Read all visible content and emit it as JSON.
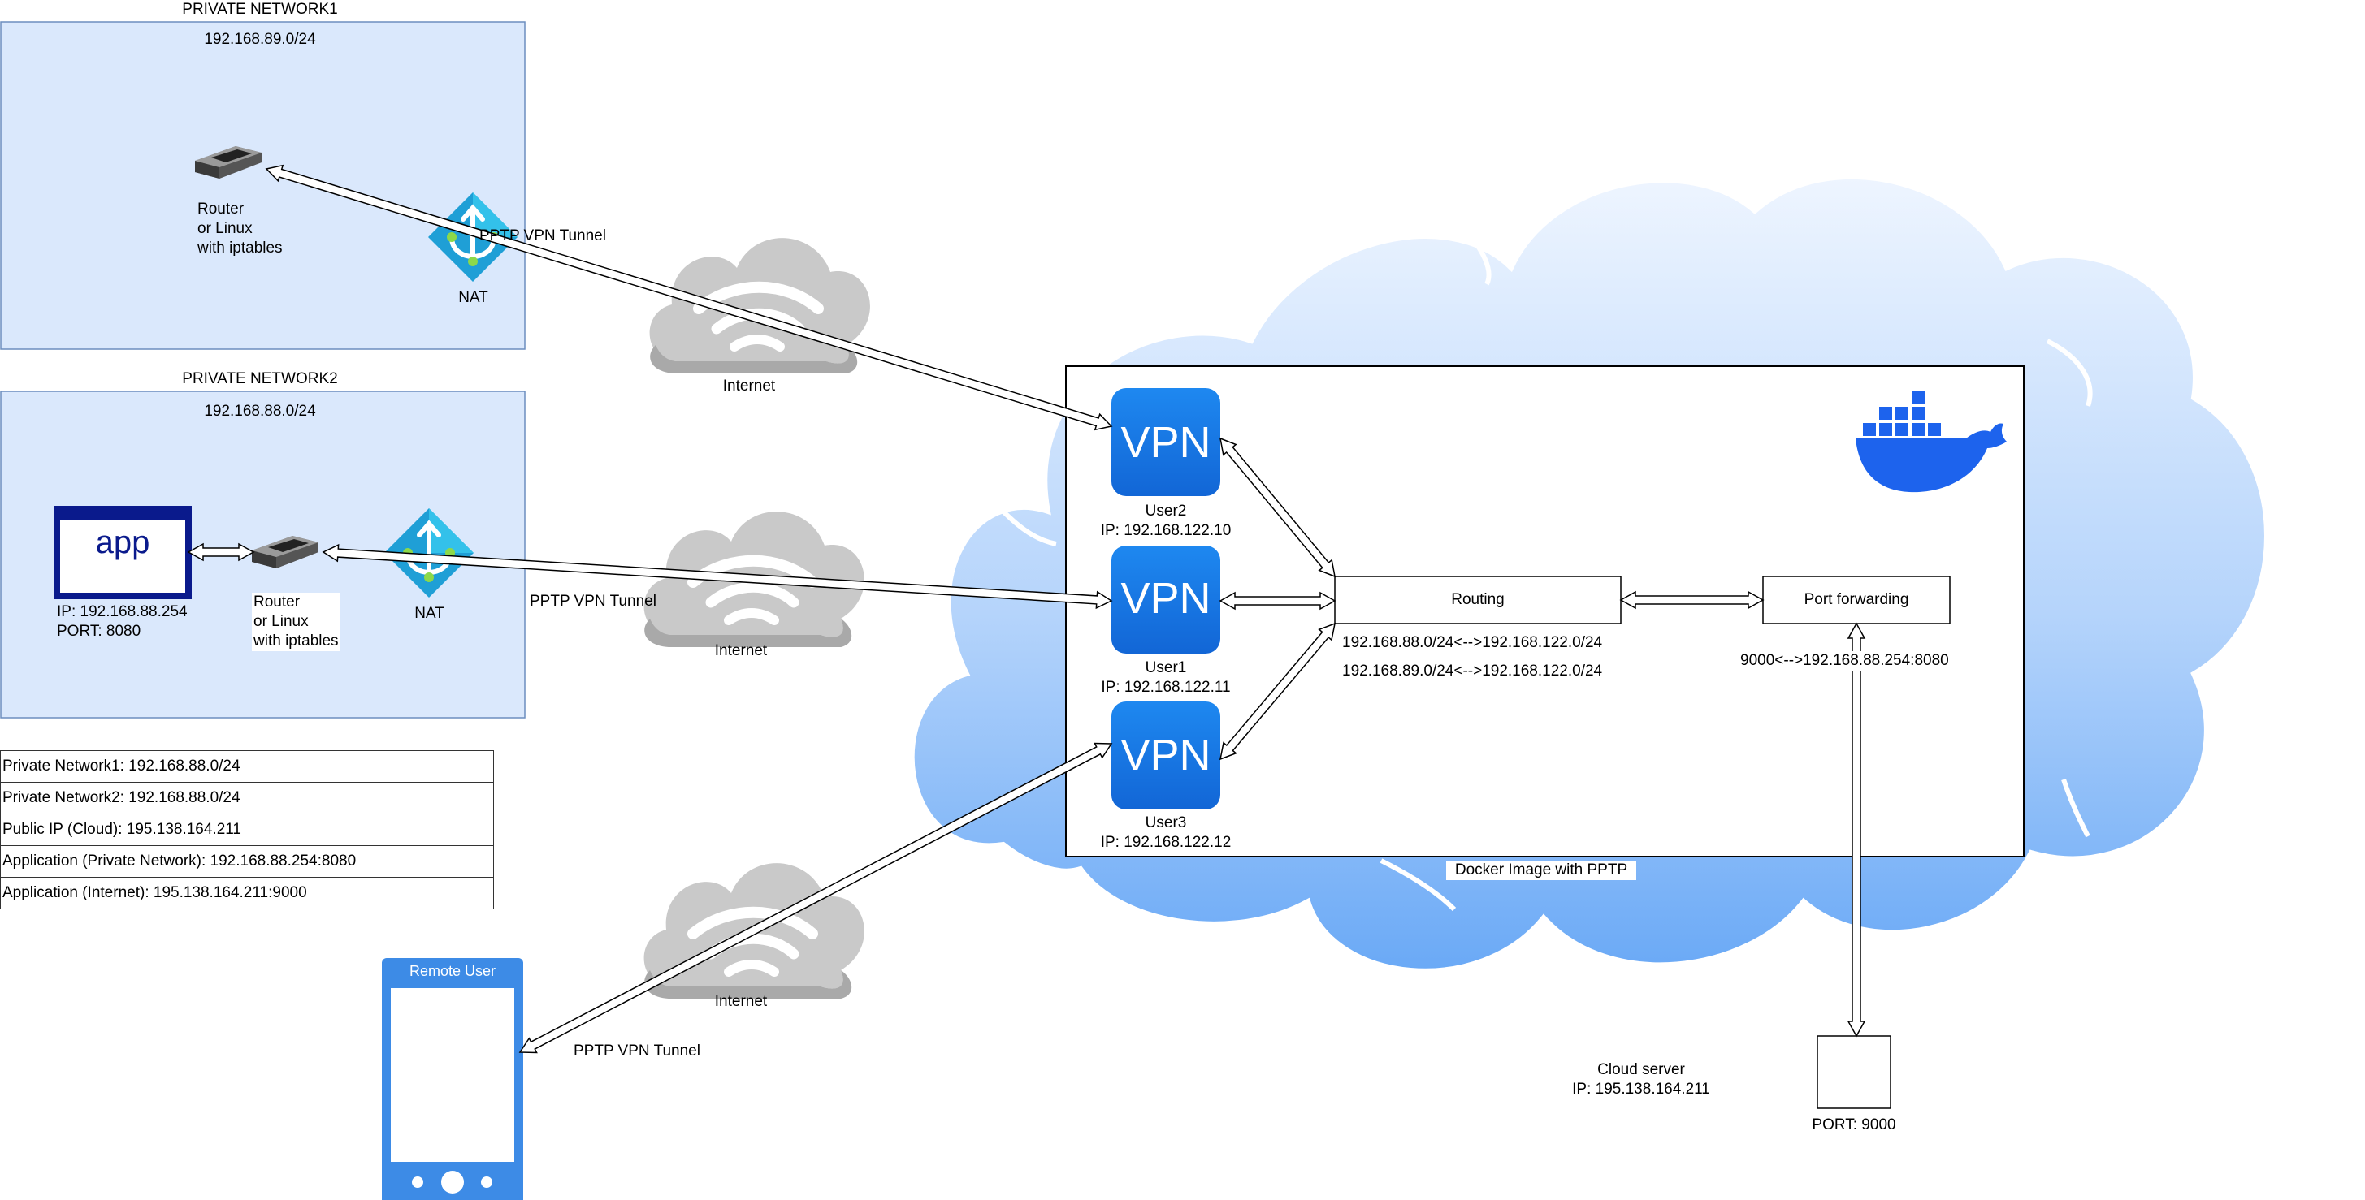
{
  "networks": {
    "net1": {
      "title": "PRIVATE NETWORK1",
      "subnet": "192.168.89.0/24"
    },
    "net2": {
      "title": "PRIVATE NETWORK2",
      "subnet": "192.168.88.0/24"
    }
  },
  "router1": {
    "label": "Router\nor Linux\nwith iptables"
  },
  "router2": {
    "label": "Router\nor Linux\nwith iptables"
  },
  "nat1": {
    "label": "NAT"
  },
  "nat2": {
    "label": "NAT"
  },
  "app": {
    "icon_text": "app",
    "info": "IP: 192.168.88.254\nPORT: 8080"
  },
  "tunnels": {
    "t1": "PPTP VPN Tunnel",
    "t2": "PPTP VPN Tunnel",
    "t3": "PPTP VPN Tunnel"
  },
  "internet": {
    "c1": "Internet",
    "c2": "Internet",
    "c3": "Internet"
  },
  "vpn": {
    "icon_text": "VPN",
    "user2": "User2\nIP: 192.168.122.10",
    "user1": "User1\nIP: 192.168.122.11",
    "user3": "User3\nIP: 192.168.122.12"
  },
  "routing": {
    "label": "Routing",
    "rule1": "192.168.88.0/24<-->192.168.122.0/24",
    "rule2": "192.168.89.0/24<-->192.168.122.0/24"
  },
  "portfwd": {
    "label": "Port forwarding",
    "rule": "9000<-->192.168.88.254:8080"
  },
  "docker": {
    "caption": "Docker Image with PPTP"
  },
  "cloud_server": {
    "label": "Cloud server\nIP: 195.138.164.211"
  },
  "port": {
    "label": "PORT: 9000"
  },
  "remote_user": {
    "title": "Remote User"
  },
  "info_table": [
    "Private Network1: 192.168.88.0/24",
    "Private Network2: 192.168.88.0/24",
    "Public IP (Cloud): 195.138.164.211",
    "Application (Private Network): 192.168.88.254:8080",
    "Application  (Internet): 195.138.164.211:9000"
  ],
  "colors": {
    "network_fill": "#dae8fc",
    "network_stroke": "#6c8ebf",
    "vpn_blue": "#1a73e8",
    "docker_blue": "#1d63ed",
    "cloud_gray": "#c4c4c4",
    "phone_blue": "#3d8be6"
  }
}
